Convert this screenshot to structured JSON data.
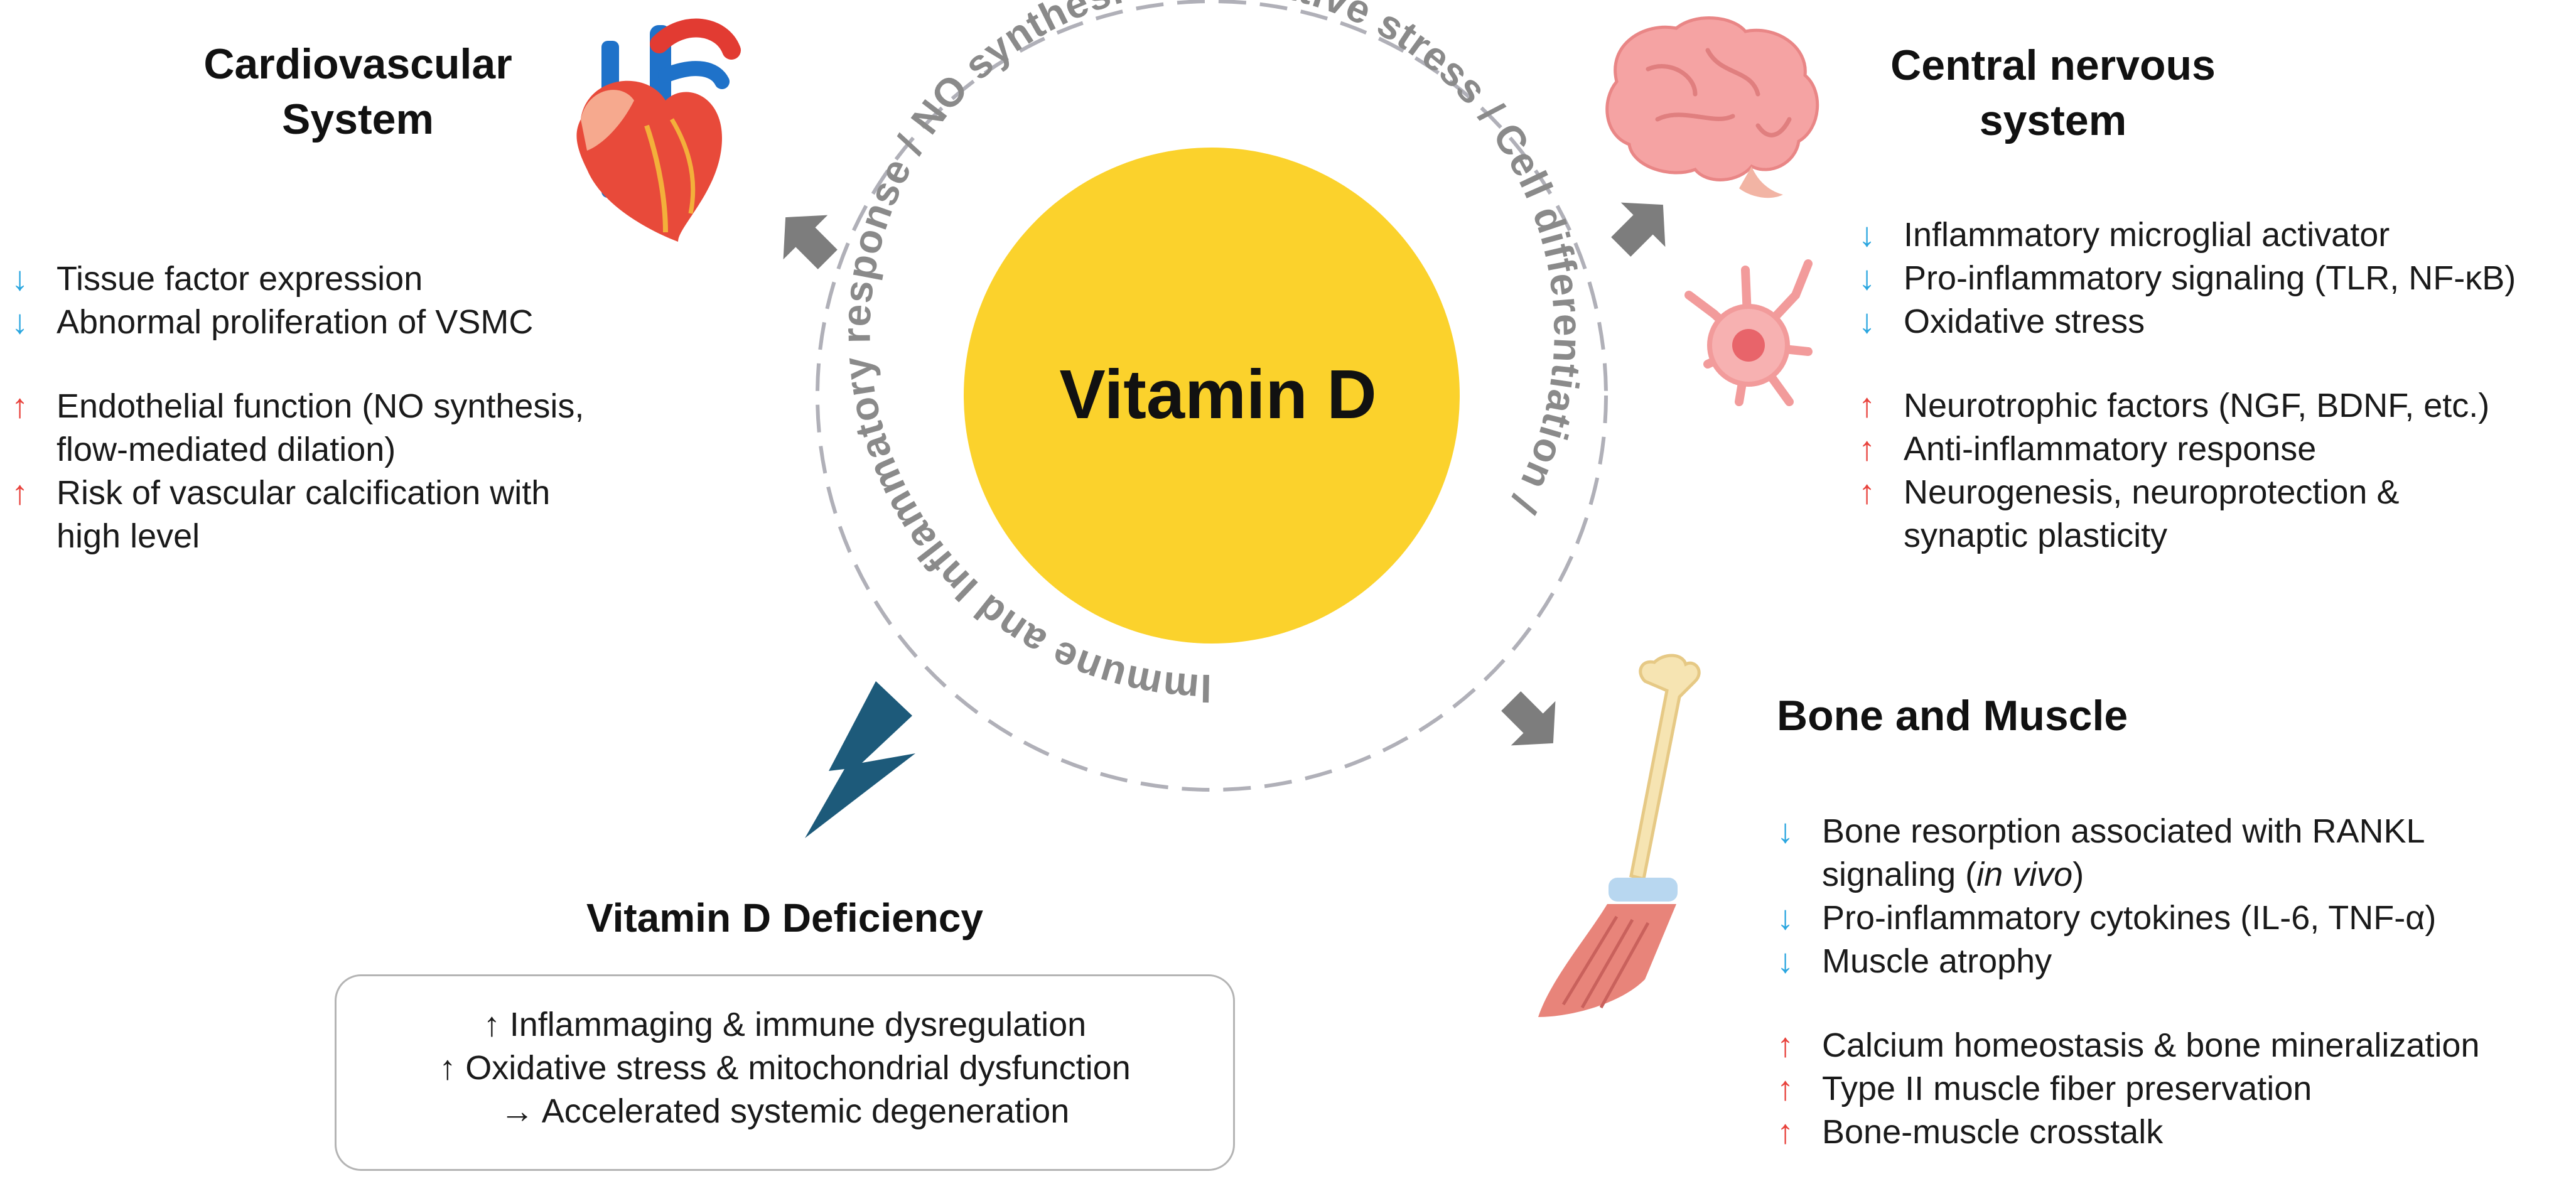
{
  "center": {
    "label": "Vitamin D",
    "ring_text": "Immune and Inflammatory response / NO synthesis / Oxidative stress / Cell differentiation /"
  },
  "cardiovascular": {
    "title_line1": "Cardiovascular",
    "title_line2": "System",
    "items": [
      {
        "dir": "↓",
        "lines": [
          "Tissue factor expression"
        ]
      },
      {
        "dir": "↓",
        "lines": [
          "Abnormal proliferation of VSMC"
        ]
      },
      {
        "dir": "↑",
        "lines": [
          "Endothelial function (NO synthesis,",
          "flow-mediated dilation)"
        ]
      },
      {
        "dir": "↑",
        "lines": [
          "Risk of vascular calcification with",
          "high level"
        ]
      }
    ]
  },
  "cns": {
    "title_line1": "Central nervous",
    "title_line2": "system",
    "items": [
      {
        "dir": "↓",
        "lines": [
          "Inflammatory microglial activator"
        ]
      },
      {
        "dir": "↓",
        "lines": [
          "Pro-inflammatory signaling (TLR, NF-κB)"
        ]
      },
      {
        "dir": "↓",
        "lines": [
          "Oxidative stress"
        ]
      },
      {
        "dir": "↑",
        "lines": [
          "Neurotrophic factors (NGF, BDNF, etc.)"
        ]
      },
      {
        "dir": "↑",
        "lines": [
          "Anti-inflammatory response"
        ]
      },
      {
        "dir": "↑",
        "lines": [
          "Neurogenesis, neuroprotection &",
          "synaptic plasticity"
        ]
      }
    ]
  },
  "bone": {
    "title": "Bone and Muscle",
    "item1_line1": "Bone resorption associated with RANKL",
    "item1_line2_pre": "signaling (",
    "item1_line2_em": "in vivo",
    "item1_line2_post": ")",
    "items": [
      {
        "dir": "↓",
        "lines": [
          "Pro-inflammatory cytokines (IL-6, TNF-α)"
        ]
      },
      {
        "dir": "↓",
        "lines": [
          "Muscle atrophy"
        ]
      },
      {
        "dir": "↑",
        "lines": [
          "Calcium homeostasis & bone mineralization"
        ]
      },
      {
        "dir": "↑",
        "lines": [
          "Type II muscle fiber preservation"
        ]
      },
      {
        "dir": "↑",
        "lines": [
          "Bone-muscle crosstalk"
        ]
      }
    ],
    "item1_dir": "↓"
  },
  "deficiency": {
    "title": "Vitamin D Deficiency",
    "line1": "↑ Inflammaging & immune dysregulation",
    "line2": "↑ Oxidative stress & mitochondrial dysfunction",
    "line3": "→ Accelerated systemic degeneration"
  },
  "colors": {
    "sun": "#fbd22c",
    "ring_dash": "#b0b0b8",
    "ring_text": "#8a8a8a",
    "arrow_gray": "#7d7d7d",
    "bolt": "#1d5a7a",
    "down_arrow": "#2aa6df",
    "up_arrow": "#e8423c"
  },
  "icons": [
    "heart-icon",
    "brain-icon",
    "neuron-icon",
    "bone-muscle-icon",
    "lightning-icon"
  ]
}
